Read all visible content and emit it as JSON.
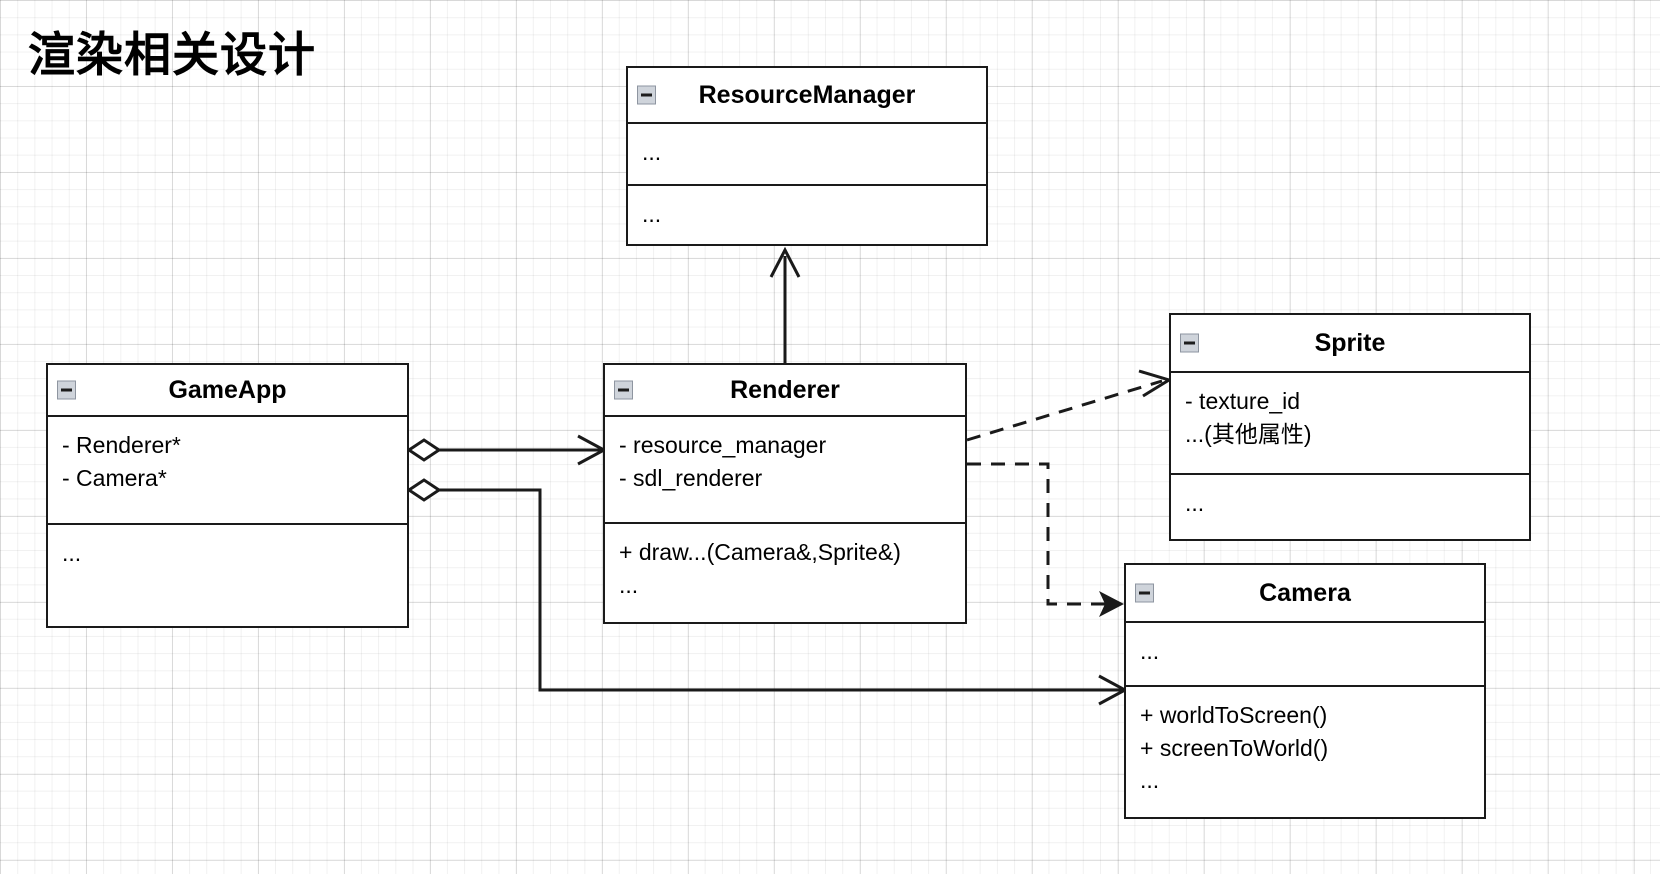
{
  "page": {
    "title": "渲染相关设计",
    "background": "#ffffff",
    "grid_color": "#e8e8e8",
    "line_color": "#1a1a1a"
  },
  "classes": [
    {
      "id": "resourcemanager",
      "name": "ResourceManager",
      "collapse_icon": "minus-icon",
      "attributes": [
        "..."
      ],
      "operations": [
        "..."
      ]
    },
    {
      "id": "gameapp",
      "name": "GameApp",
      "collapse_icon": "minus-icon",
      "attributes": [
        "- Renderer*",
        "- Camera*"
      ],
      "operations": [
        "..."
      ]
    },
    {
      "id": "renderer",
      "name": "Renderer",
      "collapse_icon": "minus-icon",
      "attributes": [
        "- resource_manager",
        "- sdl_renderer"
      ],
      "operations": [
        "+ draw...(Camera&,Sprite&)",
        "..."
      ]
    },
    {
      "id": "sprite",
      "name": "Sprite",
      "collapse_icon": "minus-icon",
      "attributes": [
        "- texture_id",
        "...(其他属性)"
      ],
      "operations": [
        "..."
      ]
    },
    {
      "id": "camera",
      "name": "Camera",
      "collapse_icon": "minus-icon",
      "attributes": [
        "..."
      ],
      "operations": [
        "+ worldToScreen()",
        "+ screenToWorld()",
        "..."
      ]
    }
  ],
  "relations": [
    {
      "id": "renderer-to-resourcemanager",
      "from": "renderer",
      "to": "resourcemanager",
      "style": "solid",
      "arrow": "open-arrow",
      "source_marker": "none"
    },
    {
      "id": "gameapp-to-renderer",
      "from": "gameapp",
      "to": "renderer",
      "style": "solid",
      "arrow": "open-arrow",
      "source_marker": "hollow-diamond"
    },
    {
      "id": "gameapp-to-camera",
      "from": "gameapp",
      "to": "camera",
      "style": "solid",
      "arrow": "open-arrow",
      "source_marker": "hollow-diamond"
    },
    {
      "id": "renderer-to-sprite",
      "from": "renderer",
      "to": "sprite",
      "style": "dashed",
      "arrow": "open-arrow",
      "source_marker": "none"
    },
    {
      "id": "renderer-to-camera",
      "from": "renderer",
      "to": "camera",
      "style": "dashed",
      "arrow": "filled-arrow",
      "source_marker": "none"
    }
  ]
}
